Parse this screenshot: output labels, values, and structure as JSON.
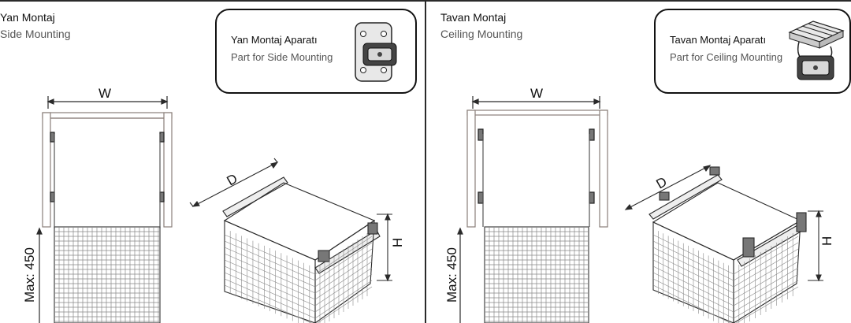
{
  "left": {
    "title_tr": "Yan Montaj",
    "title_en": "Side Mounting",
    "callout_tr": "Yan Montaj Aparatı",
    "callout_en": "Part for Side Mounting",
    "dim_w": "W",
    "dim_d": "D",
    "dim_h": "H",
    "dim_max": "Max: 450"
  },
  "right": {
    "title_tr": "Tavan Montaj",
    "title_en": "Ceiling Mounting",
    "callout_tr": "Tavan Montaj Aparatı",
    "callout_en": "Part for Ceiling Mounting",
    "dim_w": "W",
    "dim_d": "D",
    "dim_h": "H",
    "dim_max": "Max: 450"
  },
  "colors": {
    "line": "#2a2a2a",
    "cabinet": "#8a7f7a",
    "wire": "#555555"
  }
}
